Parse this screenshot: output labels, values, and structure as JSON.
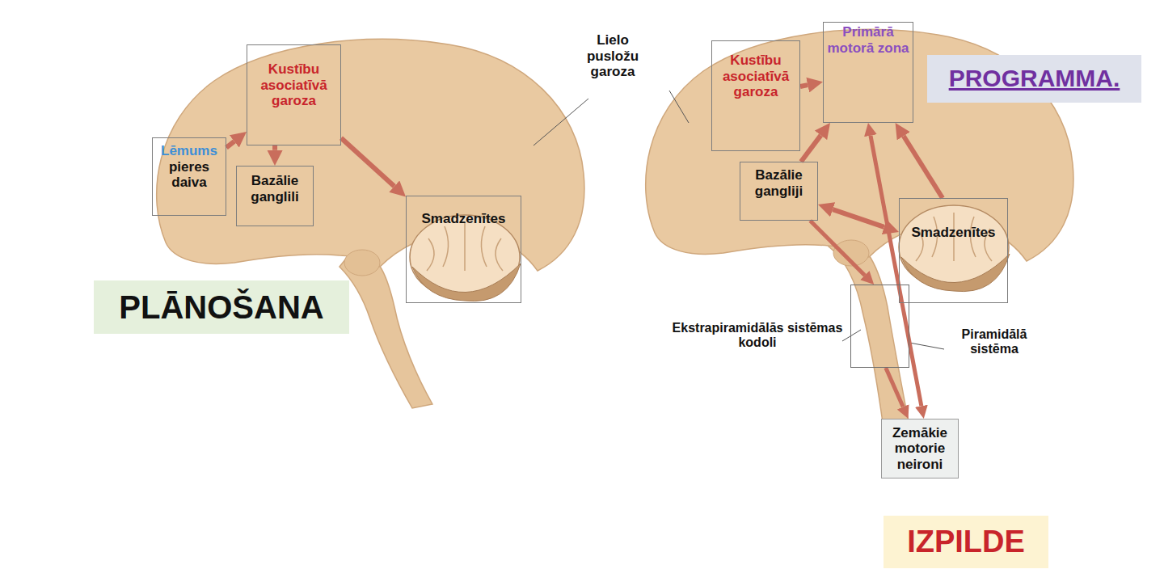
{
  "diagram": {
    "nodes": [
      {
        "text": [
          "Kustību asociatīvā garoza"
        ]
      },
      {
        "text": [
          "Lēmums",
          "pieres daiva"
        ]
      },
      {
        "text": [
          "Bazālie ganglili"
        ]
      },
      {
        "text": [
          "Smadzenītes"
        ]
      },
      {
        "text": [
          "PLĀNOŠANA"
        ]
      },
      {
        "text": [
          "Kustību asociatīvā garoza"
        ]
      },
      {
        "text": [
          "Primārā motorā zona"
        ]
      },
      {
        "text": [
          "PROGRAMMA."
        ]
      },
      {
        "text": [
          "Bazālie gangliji"
        ]
      },
      {
        "text": [
          "Smadzenītes"
        ]
      },
      {
        "text": [
          "Ekstrapiramidālās sistēmas kodoli"
        ]
      },
      {
        "text": [
          "Zemākie motorie neironi"
        ]
      },
      {
        "text": [
          "IZPILDE"
        ]
      }
    ],
    "edges": [
      {
        "from": 1,
        "to": 0,
        "arrow": "to"
      },
      {
        "from": 0,
        "to": 2,
        "arrow": "to"
      },
      {
        "from": 0,
        "to": 3,
        "arrow": "to"
      },
      {
        "from": 5,
        "to": 6,
        "arrow": "to"
      },
      {
        "from": 8,
        "to": 6,
        "arrow": "to"
      },
      {
        "from": 9,
        "to": 6,
        "arrow": "to"
      },
      {
        "from": 8,
        "to": 9,
        "arrow": "both"
      },
      {
        "from": 8,
        "to": 10,
        "arrow": "to"
      },
      {
        "from": 10,
        "to": 11,
        "arrow": "to"
      },
      {
        "from": 6,
        "to": 11,
        "arrow": "both"
      },
      {
        "from": 11,
        "to": 12,
        "arrow": "to"
      }
    ],
    "labels": [
      "Lielo pusložu garoza",
      "Piramidālā sistēma"
    ]
  }
}
